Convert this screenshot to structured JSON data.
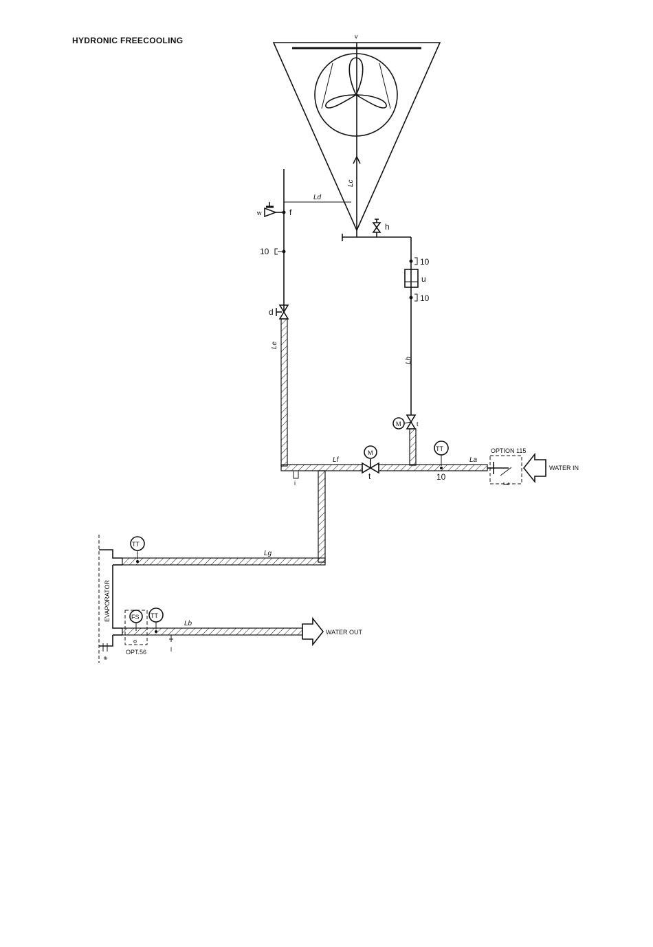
{
  "title": "HYDRONIC FREECOOLING",
  "labels": {
    "v": "v",
    "w": "w",
    "f": "f",
    "h": "h",
    "ten": "10",
    "d": "d",
    "u": "u",
    "i": "i",
    "t": "t",
    "o": "o",
    "l": "l",
    "motor": "M",
    "tt": "TT",
    "fs": "FS",
    "option_115": "OPTION 115",
    "opt_56": "OPT.56",
    "water_in": "WATER IN",
    "water_out": "WATER OUT",
    "evaporator": "EVAPORATOR"
  },
  "pipe_labels": {
    "la": "La",
    "lb": "Lb",
    "lc": "Lc",
    "ld": "Ld",
    "le": "Le",
    "lf": "Lf",
    "lg": "Lg",
    "lh": "Lh"
  }
}
